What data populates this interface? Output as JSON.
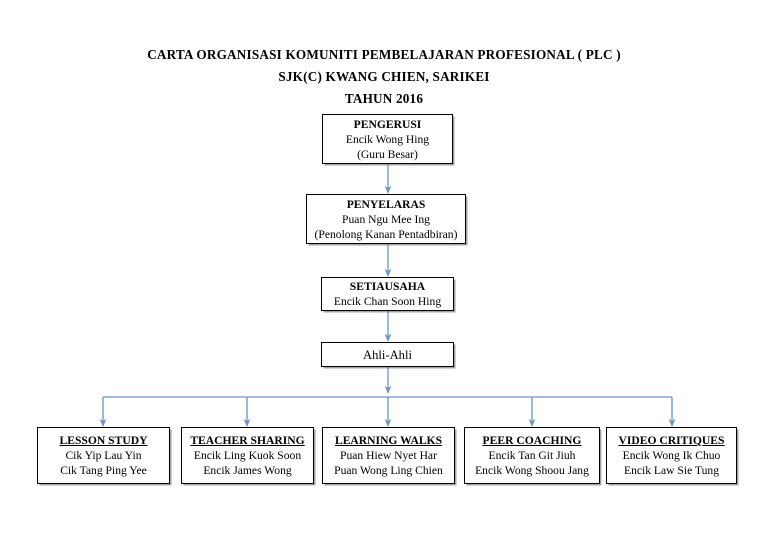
{
  "document": {
    "title_lines": [
      "CARTA ORGANISASI  KOMUNITI PEMBELAJARAN PROFESIONAL ( PLC )",
      "SJK(C) KWANG CHIEN, SARIKEI",
      "TAHUN 2016"
    ]
  },
  "theme": {
    "page_background": "#ffffff",
    "text_color": "#000000",
    "box_border": "#000000",
    "connector_color": "#6a95c4"
  },
  "chain": [
    {
      "key": "pengerusi",
      "role": "PENGERUSI",
      "lines": [
        "Encik Wong Hing",
        "(Guru Besar)"
      ]
    },
    {
      "key": "penyelaras",
      "role": "PENYELARAS",
      "lines": [
        "Puan Ngu Mee Ing",
        "(Penolong Kanan Pentadbiran)"
      ]
    },
    {
      "key": "setiausaha",
      "role": "SETIAUSAHA",
      "lines": [
        "Encik Chan Soon Hing"
      ]
    },
    {
      "key": "ahli",
      "label": "Ahli-Ahli"
    }
  ],
  "members": [
    {
      "key": "lesson-study",
      "role": "LESSON STUDY",
      "lines": [
        "Cik Yip Lau Yin",
        "Cik Tang Ping Yee"
      ]
    },
    {
      "key": "teacher-sharing",
      "role": "TEACHER SHARING",
      "lines": [
        "Encik Ling Kuok Soon",
        "Encik James Wong"
      ]
    },
    {
      "key": "learning-walks",
      "role": "LEARNING WALKS",
      "lines": [
        "Puan Hiew Nyet Har",
        "Puan Wong Ling Chien"
      ]
    },
    {
      "key": "peer-coaching",
      "role": "PEER COACHING",
      "lines": [
        "Encik Tan Git Jiuh",
        "Encik Wong Shoou Jang"
      ]
    },
    {
      "key": "video-critiques",
      "role": "VIDEO CRITIQUES",
      "lines": [
        "Encik Wong Ik Chuo",
        "Encik Law Sie Tung"
      ]
    }
  ]
}
